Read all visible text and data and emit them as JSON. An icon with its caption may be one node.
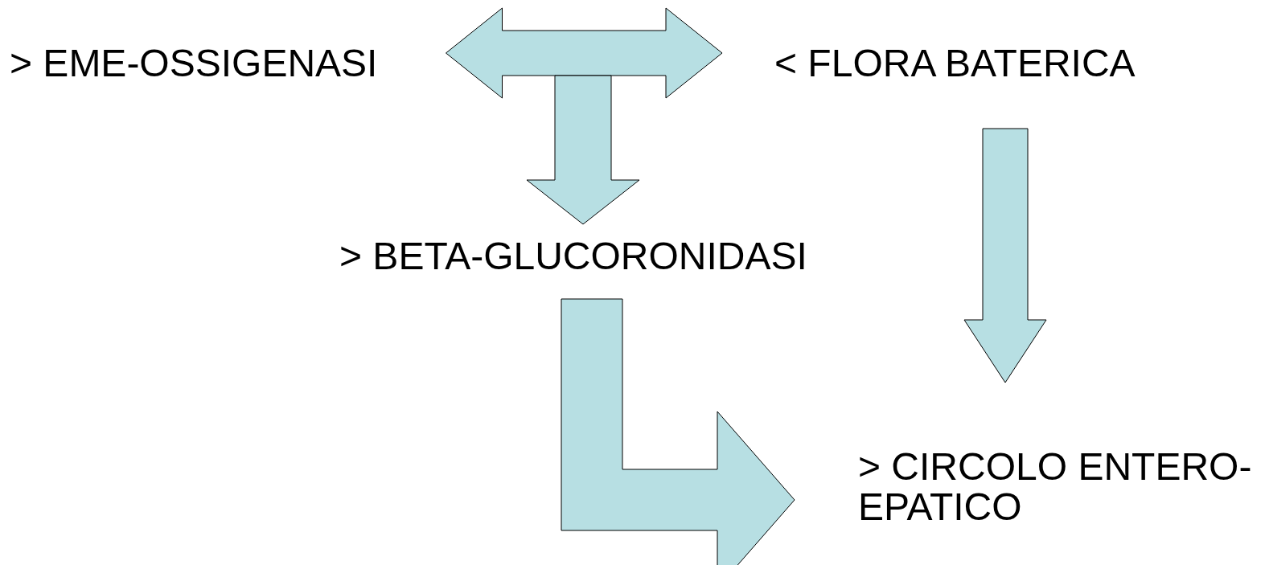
{
  "diagram": {
    "nodes": [
      {
        "text": [
          "> EME-OSSIGENASI"
        ]
      },
      {
        "text": [
          "< FLORA BATERICA"
        ]
      },
      {
        "text": [
          "> BETA-GLUCORONIDASI"
        ]
      },
      {
        "text": [
          "> CIRCOLO ENTERO-EPATICO"
        ]
      }
    ],
    "edges": [
      {
        "from": 0,
        "to": 1,
        "arrow": "both"
      },
      {
        "from": null,
        "to": 2,
        "arrow": "to"
      },
      {
        "from": 1,
        "to": 3,
        "arrow": "to"
      },
      {
        "from": 2,
        "to": 3,
        "arrow": "to"
      }
    ]
  }
}
